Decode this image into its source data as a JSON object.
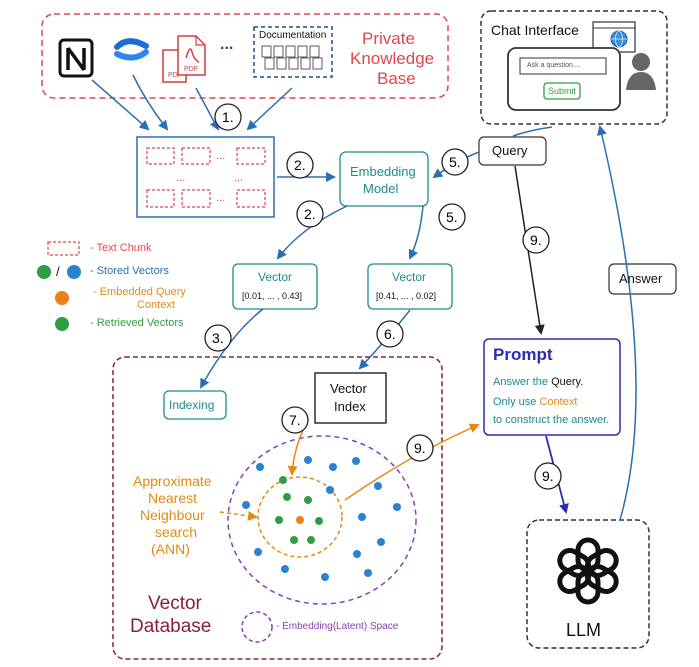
{
  "knowledge_base": {
    "title_line1": "Private",
    "title_line2": "Knowledge",
    "title_line3": "Base",
    "documentation_label": "Documentation",
    "ellipsis": "...",
    "pdf_label": "PDF"
  },
  "chat": {
    "title": "Chat Interface",
    "input_placeholder": "Ask a question....",
    "submit_label": "Submit"
  },
  "steps": {
    "s1": "1.",
    "s2a": "2.",
    "s2b": "2.",
    "s3": "3.",
    "s5a": "5.",
    "s5b": "5.",
    "s6": "6.",
    "s7": "7.",
    "s9a": "9.",
    "s9b": "9.",
    "s9c": "9."
  },
  "embedding_model": {
    "line1": "Embedding",
    "line2": "Model"
  },
  "query_label": "Query",
  "answer_label": "Answer",
  "vector_left": {
    "title": "Vector",
    "value": "[0.01, ... , 0.43]"
  },
  "vector_right": {
    "title": "Vector",
    "value": "[0.41, ... , 0.02]"
  },
  "chunks_ellipsis": "...",
  "legend": {
    "text_chunk": "- Text Chunk",
    "slash": "/",
    "stored_vectors": "- Stored Vectors",
    "embedded_line1": "- Embedded Query",
    "embedded_line2": "Context",
    "retrieved": "- Retrieved Vectors"
  },
  "indexing_label": "Indexing",
  "vector_index": {
    "line1": "Vector",
    "line2": "Index"
  },
  "ann": {
    "line1": "Approximate",
    "line2": "Nearest",
    "line3": "Neighbour",
    "line4": "search",
    "line5": "(ANN)"
  },
  "vector_db": {
    "line1": "Vector",
    "line2": "Database"
  },
  "embedding_space": "- Embedding(Latent) Space",
  "prompt": {
    "title": "Prompt",
    "line1_a": "Answer the ",
    "line1_b": "Query.",
    "line2_a": "Only use ",
    "line2_b": "Context",
    "line3": "to construct the answer."
  },
  "llm_label": "LLM",
  "colors": {
    "red": "#e0474c",
    "blue": "#2a6fb4",
    "teal": "#1f8a8f",
    "green": "#2e9e44",
    "orange": "#e38a14",
    "purple": "#8a3fb0",
    "navy": "#2b2bb5",
    "dark_red": "#8b1e3f"
  },
  "icons": [
    "notion-icon",
    "confluence-icon",
    "pdf-icon",
    "documentation-icon",
    "globe-icon",
    "user-icon",
    "openai-logo-icon"
  ]
}
